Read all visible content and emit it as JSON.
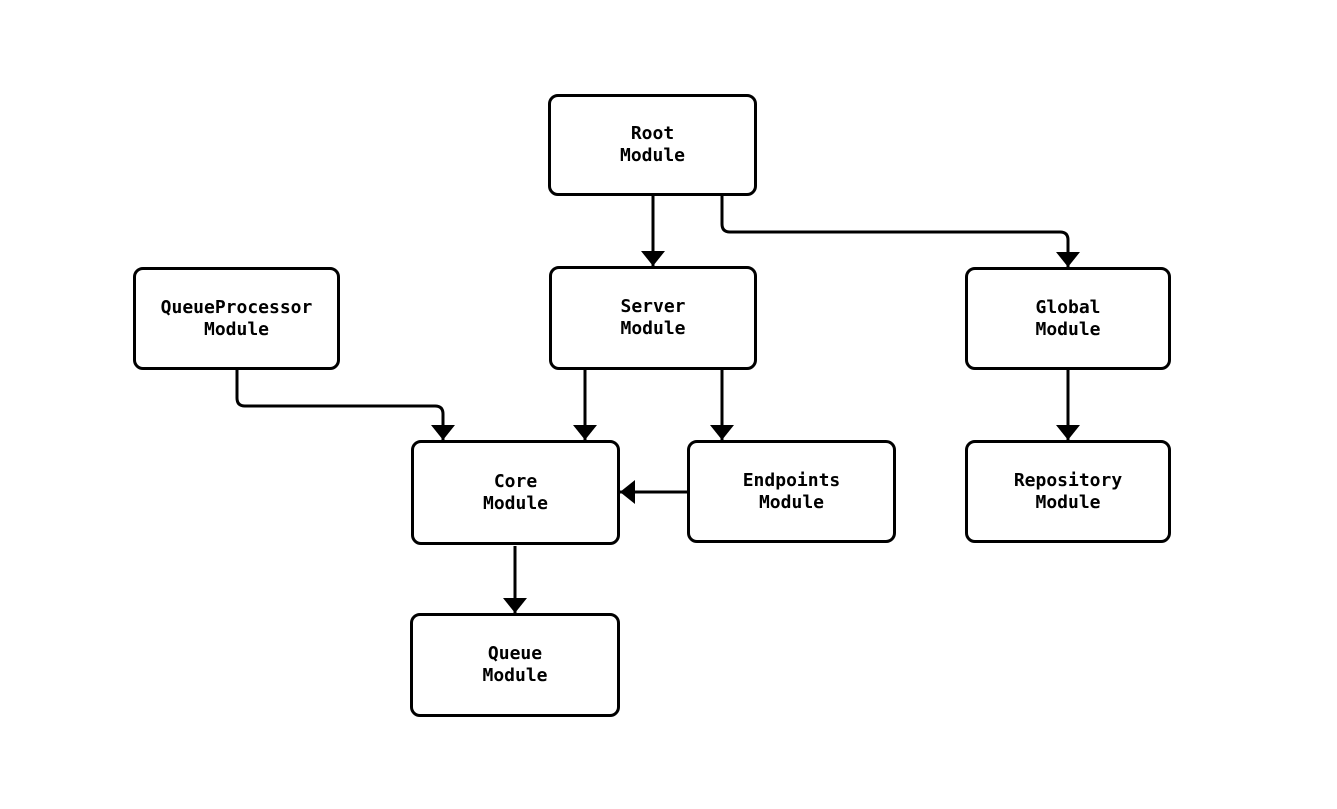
{
  "diagram": {
    "type": "dependency-graph",
    "background_color": "#ffffff",
    "stroke_color": "#000000",
    "text_color": "#000000",
    "nodes": {
      "root": {
        "label": "Root\nModule"
      },
      "queue_processor": {
        "label": "QueueProcessor\nModule"
      },
      "server": {
        "label": "Server\nModule"
      },
      "global": {
        "label": "Global\nModule"
      },
      "core": {
        "label": "Core\nModule"
      },
      "endpoints": {
        "label": "Endpoints\nModule"
      },
      "repository": {
        "label": "Repository\nModule"
      },
      "queue": {
        "label": "Queue\nModule"
      }
    },
    "edges": [
      {
        "from": "Root Module",
        "to": "Server Module"
      },
      {
        "from": "Root Module",
        "to": "Global Module"
      },
      {
        "from": "QueueProcessor Module",
        "to": "Core Module"
      },
      {
        "from": "Server Module",
        "to": "Core Module"
      },
      {
        "from": "Server Module",
        "to": "Endpoints Module"
      },
      {
        "from": "Endpoints Module",
        "to": "Core Module"
      },
      {
        "from": "Global Module",
        "to": "Repository Module"
      },
      {
        "from": "Core Module",
        "to": "Queue Module"
      }
    ]
  }
}
